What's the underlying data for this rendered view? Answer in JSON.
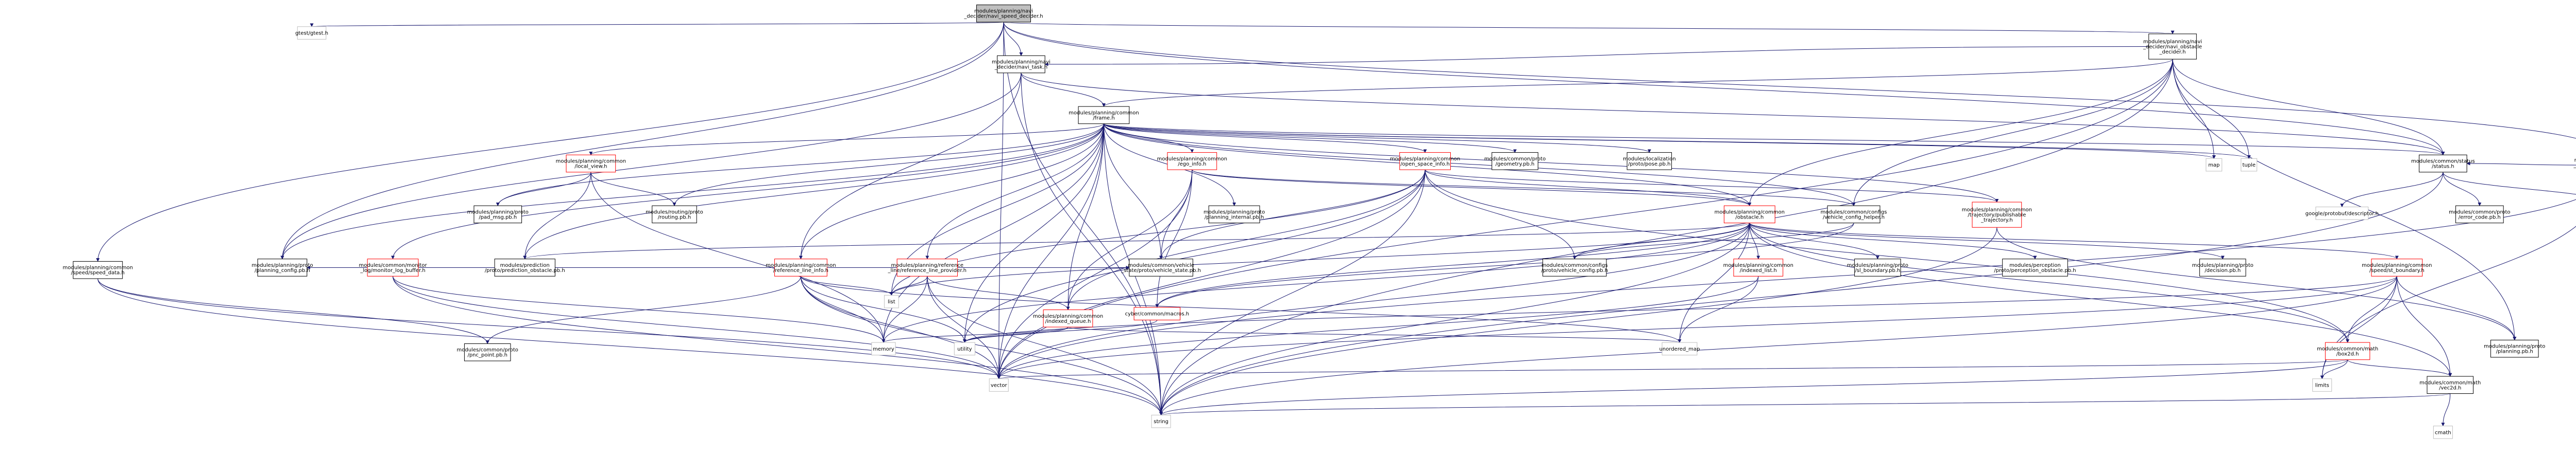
{
  "nodes": [
    {
      "id": "root",
      "lines": [
        "modules/planning/navi",
        "_decider/navi_speed_decider.h"
      ],
      "kind": "root"
    },
    {
      "id": "gtest",
      "lines": [
        "gtest/gtest.h"
      ],
      "kind": "gray"
    },
    {
      "id": "navi_obstacle_decider",
      "lines": [
        "modules/planning/navi",
        "_decider/navi_obstacle",
        "_decider.h"
      ],
      "kind": "plain"
    },
    {
      "id": "navi_task",
      "lines": [
        "modules/planning/navi",
        "_decider/navi_task.h"
      ],
      "kind": "plain"
    },
    {
      "id": "frame",
      "lines": [
        "modules/planning/common",
        "/frame.h"
      ],
      "kind": "plain"
    },
    {
      "id": "navi_speed_ts_graph",
      "lines": [
        "modules/planning/navi",
        "_decider/navi_speed_ts",
        "_graph.h"
      ],
      "kind": "plain"
    },
    {
      "id": "status",
      "lines": [
        "modules/common/status",
        "/status.h"
      ],
      "kind": "plain"
    },
    {
      "id": "map",
      "lines": [
        "map"
      ],
      "kind": "gray"
    },
    {
      "id": "tuple",
      "lines": [
        "tuple"
      ],
      "kind": "gray"
    },
    {
      "id": "local_view",
      "lines": [
        "modules/planning/common",
        "/local_view.h"
      ],
      "kind": "red"
    },
    {
      "id": "pad_msg",
      "lines": [
        "modules/planning/proto",
        "/pad_msg.pb.h"
      ],
      "kind": "plain"
    },
    {
      "id": "routing_pb",
      "lines": [
        "modules/routing/proto",
        "/routing.pb.h"
      ],
      "kind": "plain"
    },
    {
      "id": "ego_info",
      "lines": [
        "modules/planning/common",
        "/ego_info.h"
      ],
      "kind": "red"
    },
    {
      "id": "planning_internal",
      "lines": [
        "modules/planning/proto",
        "/planning_internal.pb.h"
      ],
      "kind": "plain"
    },
    {
      "id": "open_space_info",
      "lines": [
        "modules/planning/common",
        "/open_space_info.h"
      ],
      "kind": "red"
    },
    {
      "id": "geometry_pb",
      "lines": [
        "modules/common/proto",
        "/geometry.pb.h"
      ],
      "kind": "plain"
    },
    {
      "id": "pose_pb",
      "lines": [
        "modules/localization",
        "/proto/pose.pb.h"
      ],
      "kind": "plain"
    },
    {
      "id": "google_descriptor",
      "lines": [
        "google/protobuf/descriptor.h"
      ],
      "kind": "gray"
    },
    {
      "id": "error_code",
      "lines": [
        "modules/common/proto",
        "/error_code.pb.h"
      ],
      "kind": "plain"
    },
    {
      "id": "future",
      "lines": [
        "modules/common/util",
        "/future.h"
      ],
      "kind": "plain"
    },
    {
      "id": "speed_data",
      "lines": [
        "modules/planning/common",
        "/speed/speed_data.h"
      ],
      "kind": "plain"
    },
    {
      "id": "planning_config",
      "lines": [
        "modules/planning/proto",
        "/planning_config.pb.h"
      ],
      "kind": "plain"
    },
    {
      "id": "log_buffer",
      "lines": [
        "modules/common/monitor",
        "_log/monitor_log_buffer.h"
      ],
      "kind": "red"
    },
    {
      "id": "prediction_obstacle",
      "lines": [
        "modules/prediction",
        "/proto/prediction_obstacle.pb.h"
      ],
      "kind": "plain"
    },
    {
      "id": "reference_line_info",
      "lines": [
        "modules/planning/common",
        "/reference_line_info.h"
      ],
      "kind": "red"
    },
    {
      "id": "reference_line_provider",
      "lines": [
        "modules/planning/reference",
        "_line/reference_line_provider.h"
      ],
      "kind": "red"
    },
    {
      "id": "obstacle",
      "lines": [
        "modules/planning/common",
        "/obstacle.h"
      ],
      "kind": "red"
    },
    {
      "id": "vehicle_config_helper",
      "lines": [
        "modules/common/configs",
        "/vehicle_config_helper.h"
      ],
      "kind": "plain"
    },
    {
      "id": "publishable_trajectory",
      "lines": [
        "modules/planning/common",
        "/trajectory/publishable",
        "_trajectory.h"
      ],
      "kind": "red"
    },
    {
      "id": "list",
      "lines": [
        "list"
      ],
      "kind": "gray"
    },
    {
      "id": "indexed_queue",
      "lines": [
        "modules/planning/common",
        "/indexed_queue.h"
      ],
      "kind": "red"
    },
    {
      "id": "vehicle_state_pb",
      "lines": [
        "modules/common/vehicle",
        "_state/proto/vehicle_state.pb.h"
      ],
      "kind": "plain"
    },
    {
      "id": "macros",
      "lines": [
        "cyber/common/macros.h"
      ],
      "kind": "red"
    },
    {
      "id": "vehicle_config_pb",
      "lines": [
        "modules/common/configs",
        "/proto/vehicle_config.pb.h"
      ],
      "kind": "plain"
    },
    {
      "id": "indexed_list",
      "lines": [
        "modules/planning/common",
        "/indexed_list.h"
      ],
      "kind": "red"
    },
    {
      "id": "sl_boundary",
      "lines": [
        "modules/planning/proto",
        "/sl_boundary.pb.h"
      ],
      "kind": "plain"
    },
    {
      "id": "perception_obstacle",
      "lines": [
        "modules/perception",
        "/proto/perception_obstacle.pb.h"
      ],
      "kind": "plain"
    },
    {
      "id": "decision_pb",
      "lines": [
        "modules/planning/proto",
        "/decision.pb.h"
      ],
      "kind": "plain"
    },
    {
      "id": "speed_st_boundary",
      "lines": [
        "modules/planning/common",
        "/speed/st_boundary.h"
      ],
      "kind": "red"
    },
    {
      "id": "pnc_point",
      "lines": [
        "modules/common/proto",
        "/pnc_point.pb.h"
      ],
      "kind": "plain"
    },
    {
      "id": "memory",
      "lines": [
        "memory"
      ],
      "kind": "gray"
    },
    {
      "id": "utility",
      "lines": [
        "utility"
      ],
      "kind": "gray"
    },
    {
      "id": "unordered_map",
      "lines": [
        "unordered_map"
      ],
      "kind": "gray"
    },
    {
      "id": "box2d",
      "lines": [
        "modules/common/math",
        "/box2d.h"
      ],
      "kind": "red"
    },
    {
      "id": "planning_pb",
      "lines": [
        "modules/planning/proto",
        "/planning.pb.h"
      ],
      "kind": "plain"
    },
    {
      "id": "vector",
      "lines": [
        "vector"
      ],
      "kind": "gray"
    },
    {
      "id": "limits",
      "lines": [
        "limits"
      ],
      "kind": "gray"
    },
    {
      "id": "vec2d",
      "lines": [
        "modules/common/math",
        "/vec2d.h"
      ],
      "kind": "plain"
    },
    {
      "id": "string",
      "lines": [
        "string"
      ],
      "kind": "gray"
    },
    {
      "id": "cmath",
      "lines": [
        "cmath"
      ],
      "kind": "gray"
    }
  ],
  "colors": {
    "edge": "#191970",
    "root_fill": "#bfbfbf",
    "border": "#000000",
    "red_border": "#ff0000",
    "gray_border": "#bfbfbf"
  }
}
